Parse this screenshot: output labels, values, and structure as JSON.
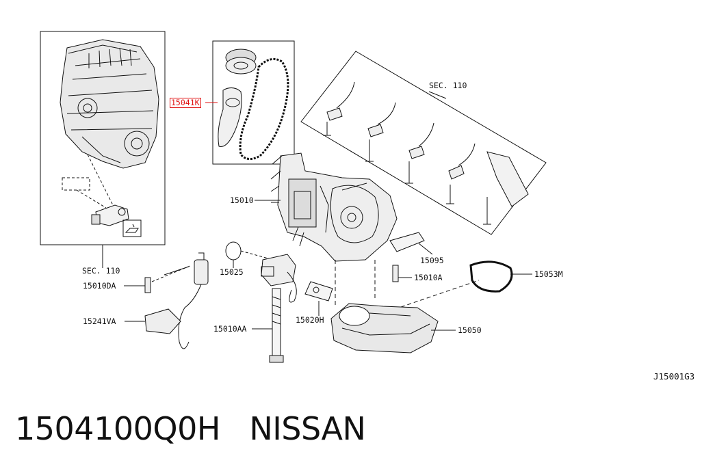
{
  "callouts": {
    "sec110_left": "SEC. 110",
    "sec110_top": "SEC. 110",
    "p15041": "15041K",
    "p15010": "15010",
    "p15010DA": "15010DA",
    "p15241VA": "15241VA",
    "p15025": "15025",
    "p15010AA": "15010AA",
    "p15020H": "15020H",
    "p15095": "15095",
    "p15010A": "15010A",
    "p15053M": "15053M",
    "p15050": "15050"
  },
  "reference_code": "J15001G3",
  "footer": {
    "part_number": "1504100Q0H",
    "brand": "NISSAN"
  },
  "colors": {
    "highlight": "#e01010",
    "line": "#111111"
  }
}
